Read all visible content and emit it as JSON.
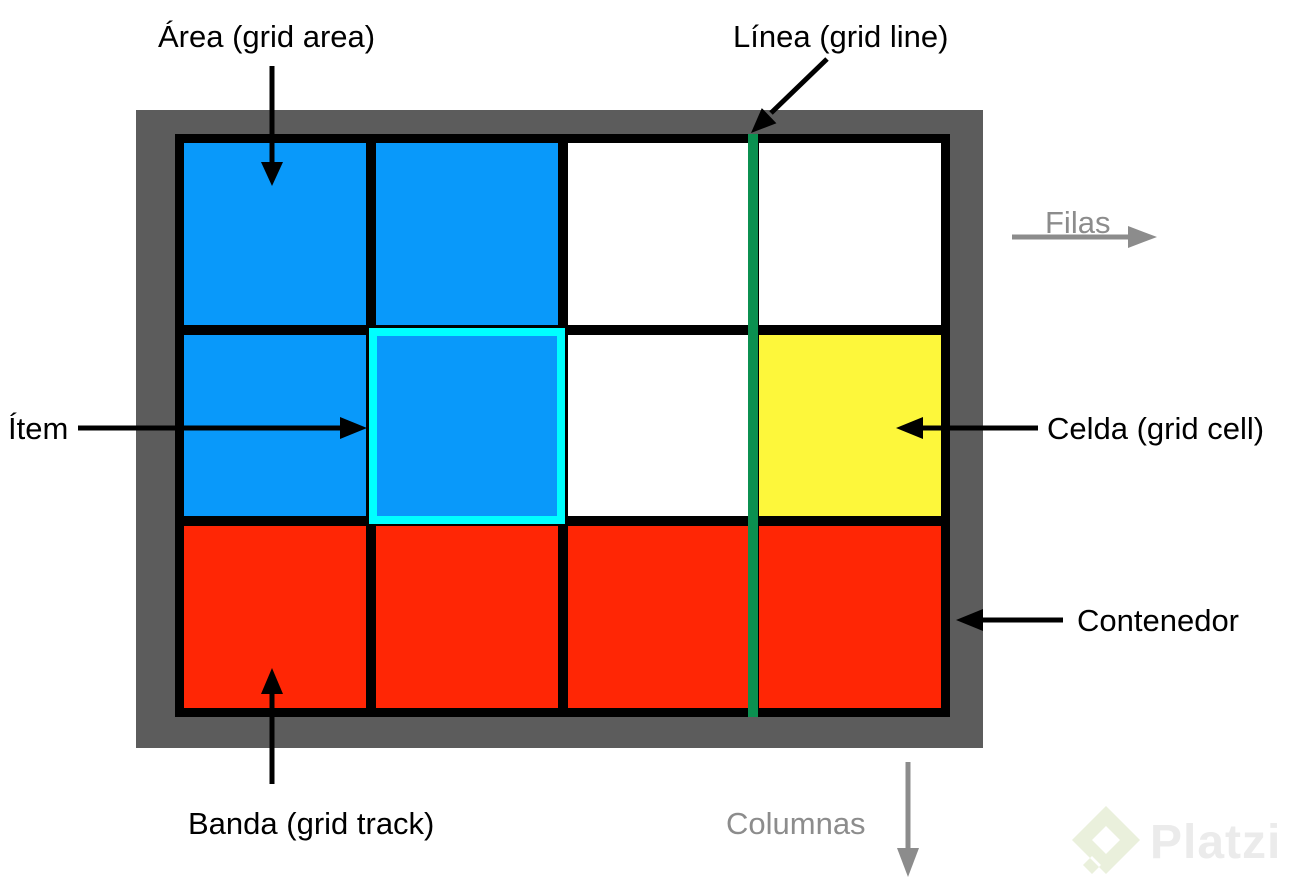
{
  "labels": {
    "area": "Área (grid area)",
    "linea": "Línea (grid line)",
    "filas": "Filas",
    "item": "Ítem",
    "celda": "Celda (grid cell)",
    "contenedor": "Contenedor",
    "banda": "Banda (grid track)",
    "columnas": "Columnas"
  },
  "grid": {
    "columns": 4,
    "rows": 3,
    "cells": [
      [
        "blue",
        "blue",
        "white",
        "white"
      ],
      [
        "blue",
        "blue",
        "white",
        "yellow"
      ],
      [
        "red",
        "red",
        "red",
        "red"
      ]
    ],
    "item_cell": {
      "row": 2,
      "col": 2
    },
    "green_line_between_columns": [
      3,
      4
    ]
  },
  "colors": {
    "blue": "#0999FA",
    "red": "#FF2605",
    "yellow": "#FDF73B",
    "white": "#FFFFFF",
    "cyan_item_border": "#00FFFF",
    "green_grid_line": "#0B9050",
    "container_gray": "#5C5C5C",
    "secondary_label_gray": "#8C8C8C",
    "label_black": "#000000",
    "platzi_icon": "#EAF0DC",
    "platzi_text": "#EBEBEB"
  },
  "watermark": {
    "brand": "Platzi"
  }
}
